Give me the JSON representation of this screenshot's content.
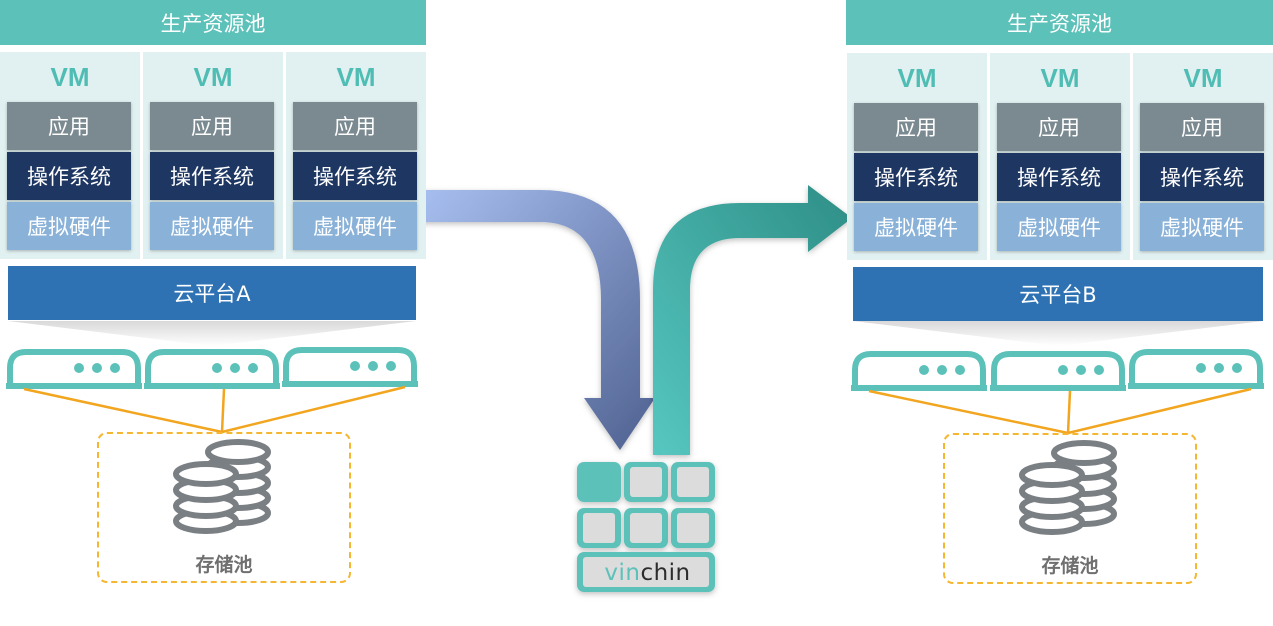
{
  "left_site": {
    "pool_title": "生产资源池",
    "vms": [
      {
        "label": "VM",
        "app": "应用",
        "os": "操作系统",
        "hw": "虚拟硬件"
      },
      {
        "label": "VM",
        "app": "应用",
        "os": "操作系统",
        "hw": "虚拟硬件"
      },
      {
        "label": "VM",
        "app": "应用",
        "os": "操作系统",
        "hw": "虚拟硬件"
      }
    ],
    "platform": "云平台A",
    "storage": "存储池"
  },
  "right_site": {
    "pool_title": "生产资源池",
    "vms": [
      {
        "label": "VM",
        "app": "应用",
        "os": "操作系统",
        "hw": "虚拟硬件"
      },
      {
        "label": "VM",
        "app": "应用",
        "os": "操作系统",
        "hw": "虚拟硬件"
      },
      {
        "label": "VM",
        "app": "应用",
        "os": "操作系统",
        "hw": "虚拟硬件"
      }
    ],
    "platform": "云平台B",
    "storage": "存储池"
  },
  "logo": {
    "part1": "vin",
    "part2": "chin"
  },
  "colors": {
    "teal": "#5cc1b9",
    "vm_background": "#e1f0f0",
    "app_layer": "#7b8a91",
    "os_layer": "#1d3662",
    "hw_layer": "#8ab2d8",
    "platform": "#2e72b4",
    "storage_border": "#f5b731",
    "arrow_in": "#8aa6dc",
    "arrow_out": "#3fb5ae"
  },
  "icons": [
    "server-icon",
    "database-icon",
    "backup-arrow",
    "restore-arrow",
    "vinchin-logo"
  ]
}
